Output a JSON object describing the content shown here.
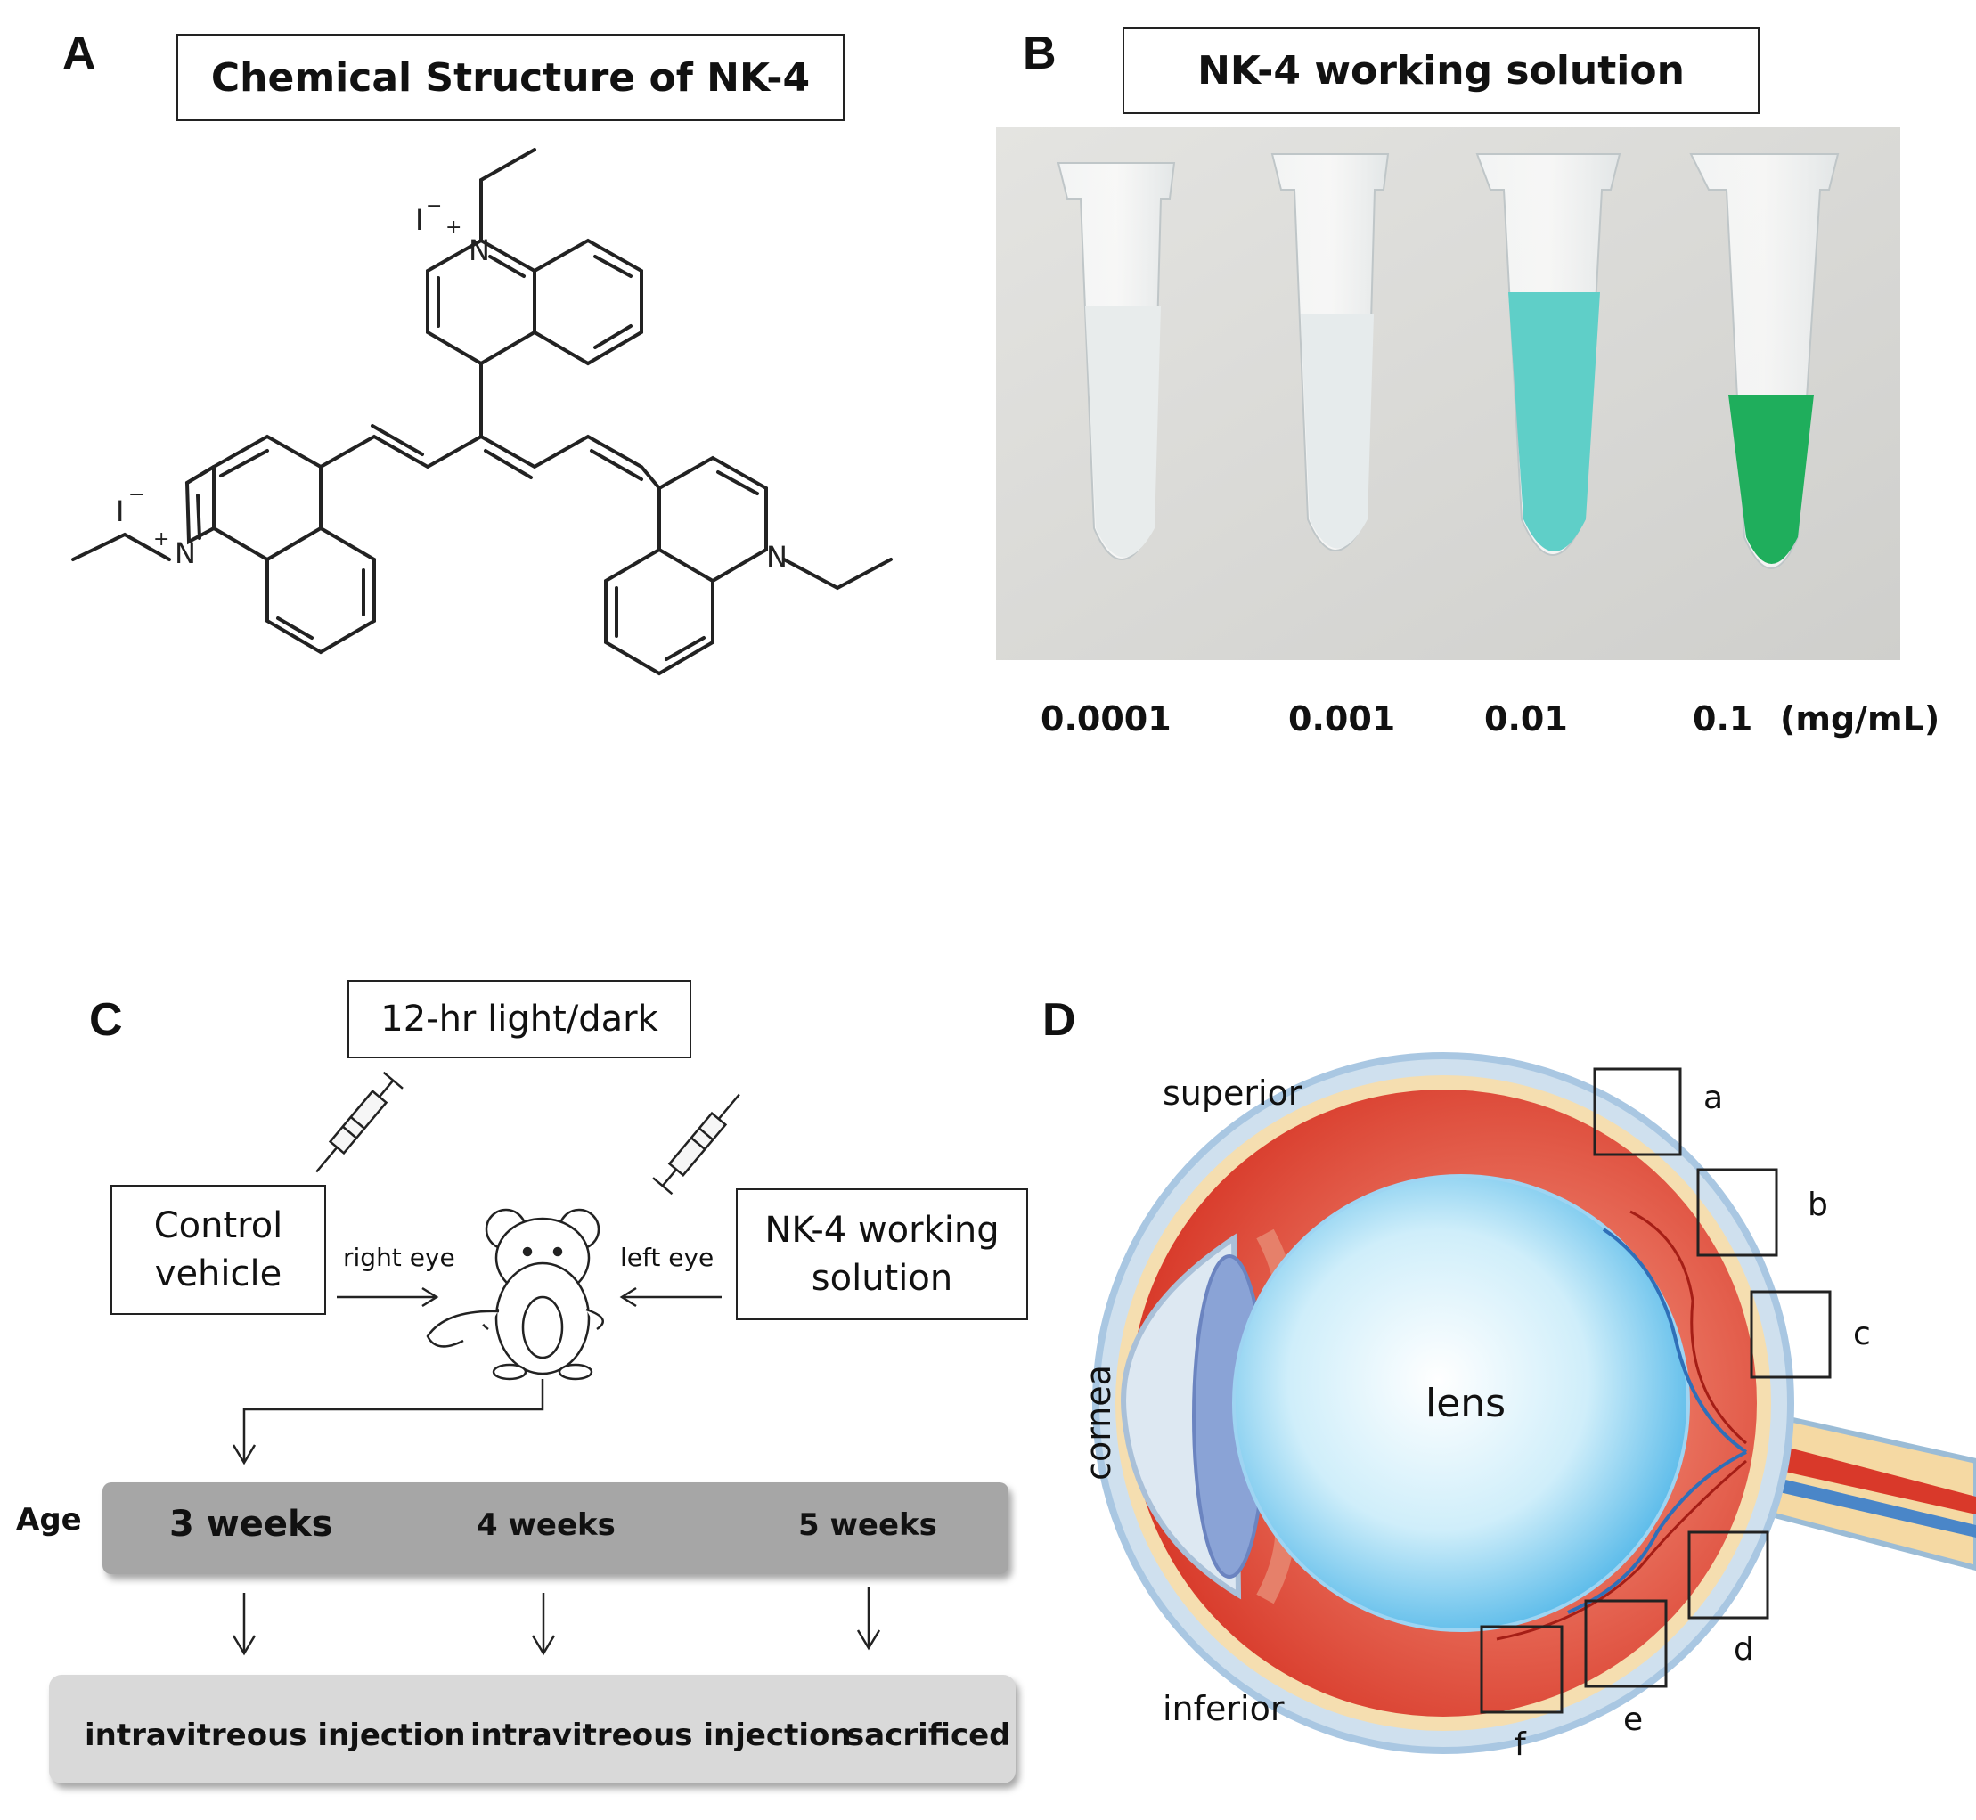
{
  "panelA": {
    "letter": "A",
    "title": "Chemical Structure of NK-4",
    "atoms": {
      "n_top": "N",
      "n_left": "N",
      "n_right": "N",
      "iodide_top": "I",
      "iodide_left": "I",
      "plus": "+",
      "minus": "−"
    }
  },
  "panelB": {
    "letter": "B",
    "title": "NK-4 working solution",
    "concentrations": [
      "0.0001",
      "0.001",
      "0.01",
      "0.1"
    ],
    "unit": "(mg/mL)",
    "colors": {
      "tube_clear": "#e9eef0",
      "tube_cyan": "#5fcfc8",
      "tube_green": "#1fae5c",
      "background": "#d9d9d6"
    }
  },
  "panelC": {
    "letter": "C",
    "cycle": "12-hr light/dark",
    "control_line1": "Control",
    "control_line2": "vehicle",
    "nk4_line1": "NK-4 working",
    "nk4_line2": "solution",
    "right_eye": "right eye",
    "left_eye": "left eye",
    "age_label": "Age",
    "ages": [
      "3 weeks",
      "4 weeks",
      "5 weeks"
    ],
    "steps": [
      "intravitreous injection",
      "intravitreous injection",
      "sacrificed"
    ]
  },
  "panelD": {
    "letter": "D",
    "superior": "superior",
    "inferior": "inferior",
    "cornea": "cornea",
    "lens": "lens",
    "regions": [
      "a",
      "b",
      "c",
      "d",
      "e",
      "f"
    ]
  }
}
